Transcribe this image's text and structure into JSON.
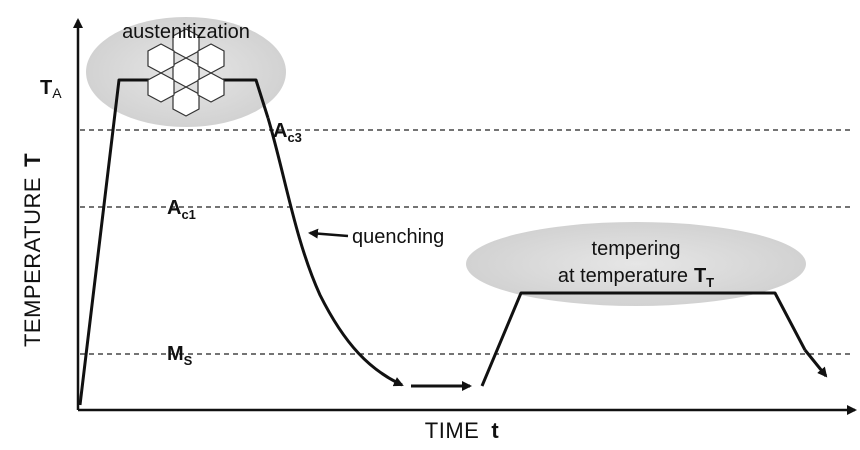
{
  "axes": {
    "y_title": "TEMPERATURE",
    "y_symbol": "T",
    "x_title": "TIME",
    "x_symbol": "t"
  },
  "levels": {
    "ta": {
      "main": "T",
      "sub": "A"
    },
    "ac3": {
      "main": "A",
      "sub": "c3"
    },
    "ac1": {
      "main": "A",
      "sub": "c1"
    },
    "ms": {
      "main": "M",
      "sub": "S"
    }
  },
  "annotations": {
    "austenitization": "austenitization",
    "quenching": "quenching",
    "tempering_line1": "tempering",
    "tempering_line2": "at temperature",
    "tempering_symbol": "T",
    "tempering_symbol_sub": "T"
  }
}
